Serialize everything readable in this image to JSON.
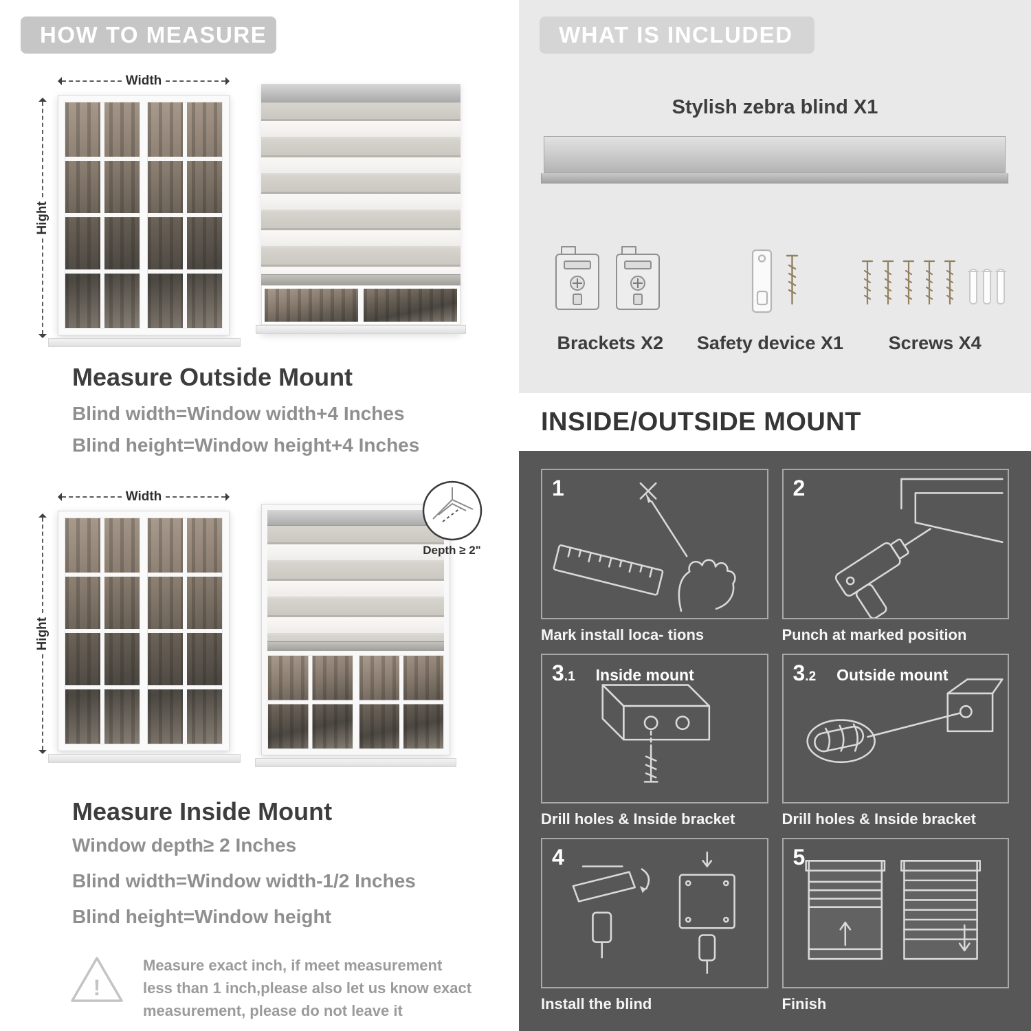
{
  "left": {
    "banner": "HOW TO MEASURE",
    "outside": {
      "width_label": "Width",
      "height_label": "Hight",
      "title": "Measure Outside Mount",
      "line1": "Blind width=Window width+4 Inches",
      "line2": "Blind height=Window height+4 Inches"
    },
    "inside": {
      "width_label": "Width",
      "height_label": "Hight",
      "depth_label": "Depth ≥ 2\"",
      "title": "Measure Inside Mount",
      "line1": "Window depth≥ 2 Inches",
      "line2": "Blind width=Window width-1/2 Inches",
      "line3": "Blind height=Window height"
    },
    "warning": {
      "icon": "!",
      "text": "Measure exact inch, if meet measurement less than 1 inch,please also let us know exact measurement, please do not leave it"
    }
  },
  "right": {
    "included": {
      "banner": "WHAT IS INCLUDED",
      "blind_label": "Stylish zebra blind X1",
      "parts": [
        {
          "label": "Brackets X2"
        },
        {
          "label": "Safety device X1"
        },
        {
          "label": "Screws X4"
        }
      ]
    },
    "mount": {
      "title": "INSIDE/OUTSIDE MOUNT",
      "steps": [
        {
          "num": "1",
          "sub": "",
          "tag": "",
          "caption": "Mark install loca- tions"
        },
        {
          "num": "2",
          "sub": "",
          "tag": "",
          "caption": "Punch at marked position"
        },
        {
          "num": "3",
          "sub": ".1",
          "tag": "Inside mount",
          "caption": "Drill holes & Inside bracket"
        },
        {
          "num": "3",
          "sub": ".2",
          "tag": "Outside mount",
          "caption": "Drill holes & Inside bracket"
        },
        {
          "num": "4",
          "sub": "",
          "tag": "",
          "caption": "Install the blind"
        },
        {
          "num": "5",
          "sub": "",
          "tag": "",
          "caption": "Finish"
        }
      ]
    }
  },
  "colors": {
    "banner_gray": "#c6c6c6",
    "included_bg": "#e9e9e9",
    "panel_dark": "#575757",
    "title_text": "#3d3d3d",
    "muted_text": "#8f8f8f"
  }
}
